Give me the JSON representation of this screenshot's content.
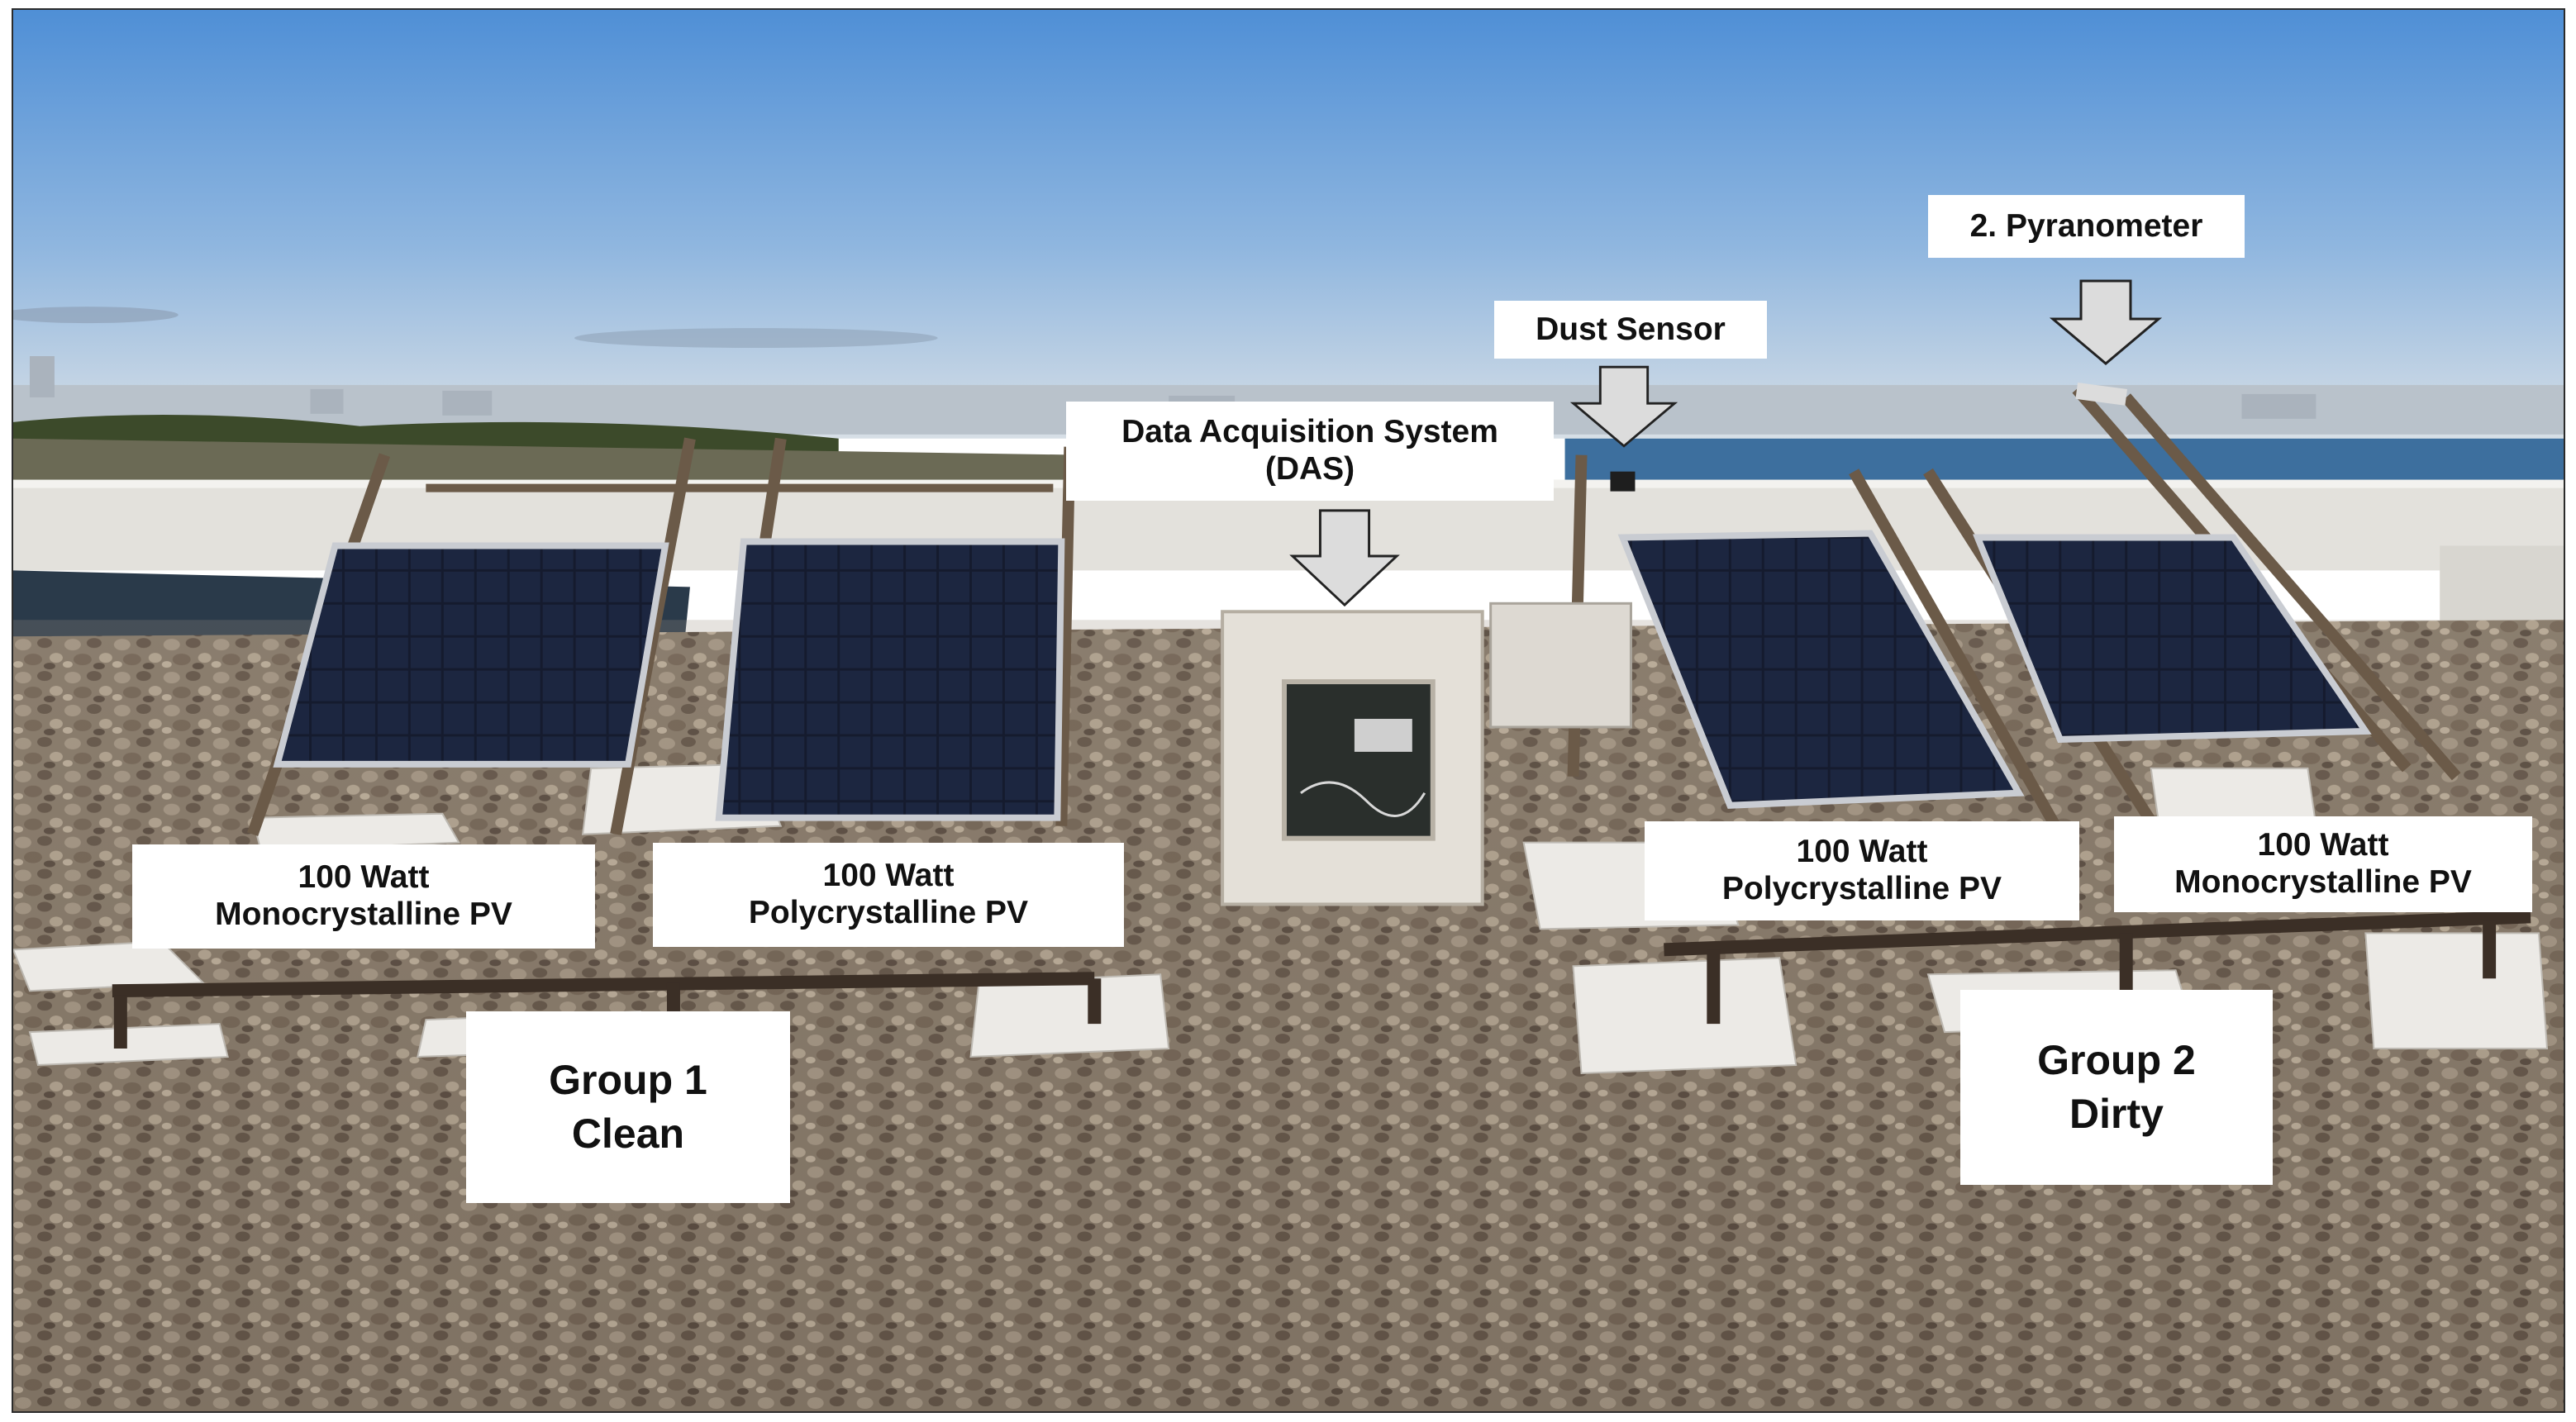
{
  "labels": {
    "pyranometer": "2. Pyranometer",
    "dust_sensor": "Dust Sensor",
    "das_line1": "Data Acquisition System",
    "das_line2": "(DAS)",
    "g1_mono_line1": "100 Watt",
    "g1_mono_line2": "Monocrystalline PV",
    "g1_poly_line1": "100 Watt",
    "g1_poly_line2": "Polycrystalline PV",
    "g2_poly_line1": "100 Watt",
    "g2_poly_line2": "Polycrystalline PV",
    "g2_mono_line1": "100 Watt",
    "g2_mono_line2": "Monocrystalline PV",
    "group1_line1": "Group 1",
    "group1_line2": "Clean",
    "group2_line1": "Group 2",
    "group2_line2": "Dirty"
  },
  "colors": {
    "sky_top": "#4f8fd6",
    "sky_horizon": "#cfdbe6",
    "sea": "#3d6f9e",
    "panel_cell": "#141a2c",
    "gravel": "#8a7d6e",
    "label_bg": "#ffffff",
    "arrow_fill": "#dcdcdc"
  }
}
